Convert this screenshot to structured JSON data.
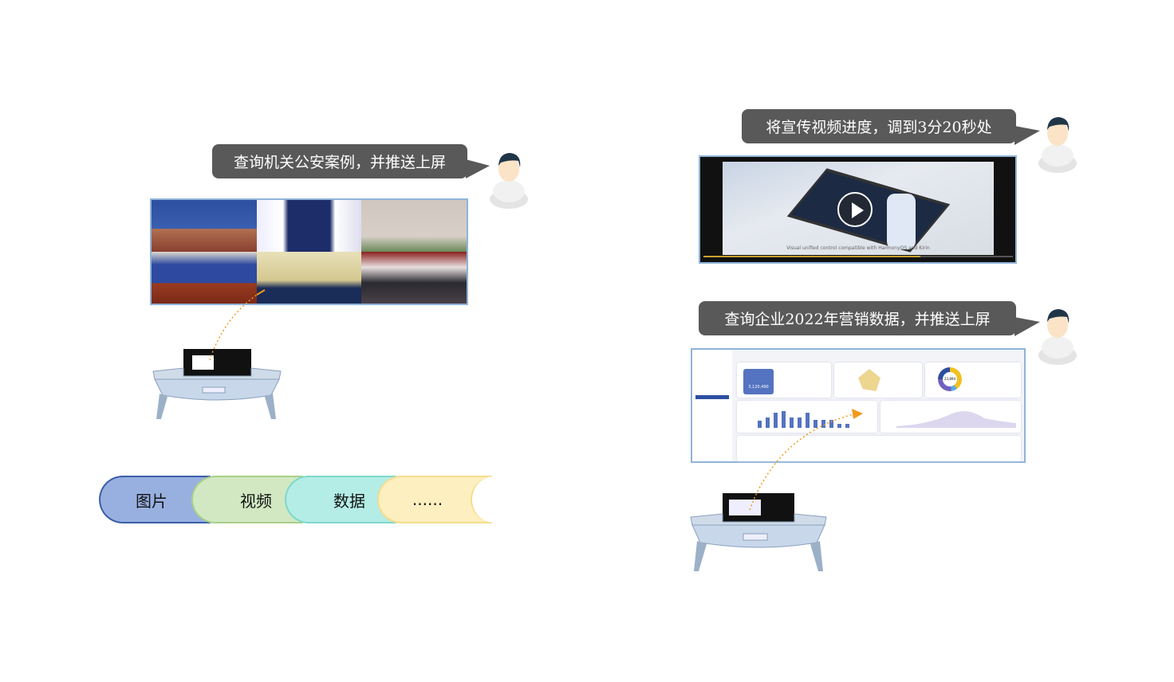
{
  "left_scenario": {
    "command": "查询机关公安案例，并推送上屏"
  },
  "right_scenarios": [
    {
      "command": "将宣传视频进度，调到3分20秒处",
      "video_caption": "Visual unified control  compatible with HarmonyOS and Kirin"
    },
    {
      "command": "查询企业2022年营销数据，并推送上屏",
      "dashboard_value": "3,120,490",
      "donut_value": "23,894"
    }
  ],
  "content_types": [
    {
      "label": "图片",
      "color": "#98b0e0",
      "border": "#3c5ea8"
    },
    {
      "label": "视频",
      "color": "#d2e8c2",
      "border": "#a8d08a"
    },
    {
      "label": "数据",
      "color": "#b4ede6",
      "border": "#7ed8cc"
    },
    {
      "label": "......",
      "color": "#fdefc0",
      "border": "#f6dc8c"
    }
  ],
  "colors": {
    "bubble": "#595959",
    "arrow": "#f29a1c"
  }
}
